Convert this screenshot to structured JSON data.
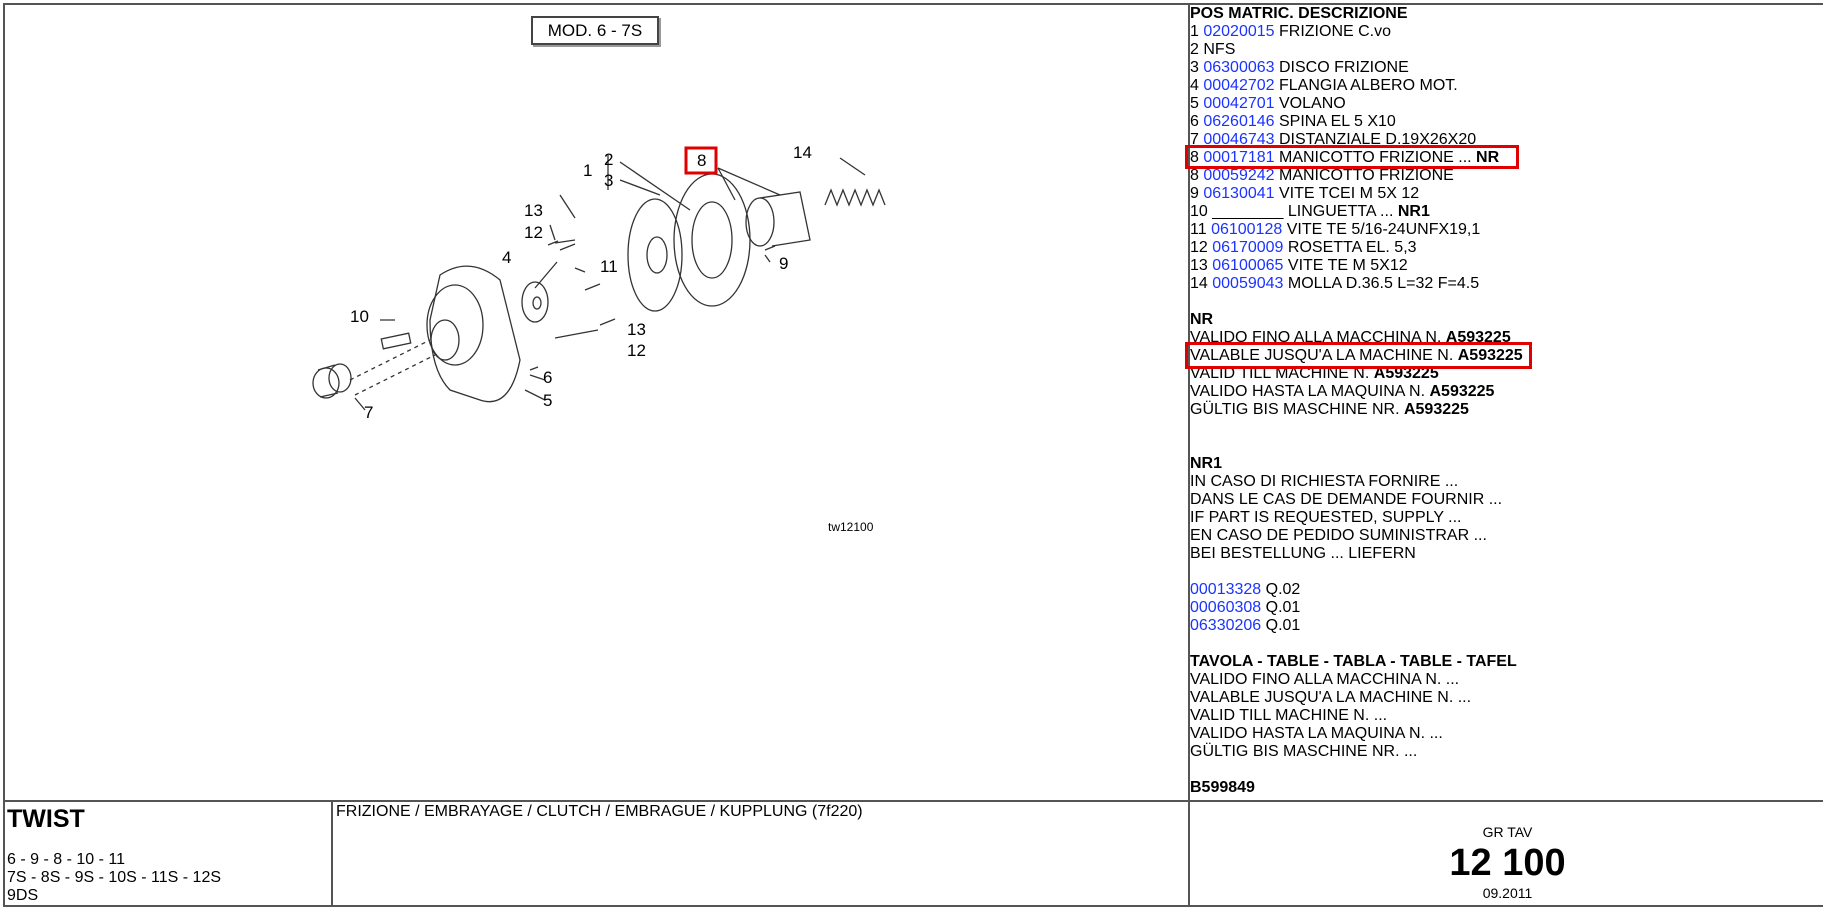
{
  "diagram": {
    "model_label": "MOD. 6 - 7S",
    "drawing_code": "tw12100",
    "callouts": [
      "1",
      "2",
      "3",
      "4",
      "5",
      "6",
      "7",
      "8",
      "9",
      "10",
      "11",
      "12",
      "13",
      "14",
      "13",
      "12"
    ]
  },
  "parts": {
    "header": "POS MATRIC. DESCRIZIONE",
    "rows": [
      {
        "pos": "1",
        "code": "02020015",
        "desc": "FRIZIONE C.vo",
        "note": ""
      },
      {
        "pos": "2",
        "code": "",
        "desc": "NFS",
        "note": ""
      },
      {
        "pos": "3",
        "code": "06300063",
        "desc": "DISCO FRIZIONE",
        "note": ""
      },
      {
        "pos": "4",
        "code": "00042702",
        "desc": "FLANGIA ALBERO MOT.",
        "note": ""
      },
      {
        "pos": "5",
        "code": "00042701",
        "desc": "VOLANO",
        "note": ""
      },
      {
        "pos": "6",
        "code": "06260146",
        "desc": "SPINA EL 5 X10",
        "note": ""
      },
      {
        "pos": "7",
        "code": "00046743",
        "desc": "DISTANZIALE D.19X26X20",
        "note": ""
      },
      {
        "pos": "8",
        "code": "00017181",
        "desc": "MANICOTTO FRIZIONE ...",
        "note": "NR"
      },
      {
        "pos": "8",
        "code": "00059242",
        "desc": "MANICOTTO FRIZIONE",
        "note": ""
      },
      {
        "pos": "9",
        "code": "06130041",
        "desc": "VITE TCEI M 5X 12",
        "note": ""
      },
      {
        "pos": "10",
        "code": "________",
        "desc": "LINGUETTA ...",
        "note": "NR1"
      },
      {
        "pos": "11",
        "code": "06100128",
        "desc": "VITE TE 5/16-24UNFX19,1",
        "note": ""
      },
      {
        "pos": "12",
        "code": "06170009",
        "desc": "ROSETTA EL. 5,3",
        "note": ""
      },
      {
        "pos": "13",
        "code": "06100065",
        "desc": "VITE TE M 5X12",
        "note": ""
      },
      {
        "pos": "14",
        "code": "00059043",
        "desc": "MOLLA D.36.5 L=32 F=4.5",
        "note": ""
      }
    ],
    "nr": {
      "title": "NR",
      "lines": [
        {
          "text": "VALIDO FINO ALLA MACCHINA N.",
          "value": "A593225"
        },
        {
          "text": "VALABLE JUSQU'A LA MACHINE N.",
          "value": "A593225"
        },
        {
          "text": "VALID TILL MACHINE N.",
          "value": "A593225"
        },
        {
          "text": "VALIDO HASTA LA MAQUINA N.",
          "value": "A593225"
        },
        {
          "text": "GÜLTIG BIS MASCHINE NR.",
          "value": "A593225"
        }
      ]
    },
    "nr1": {
      "title": "NR1",
      "lines": [
        "IN CASO DI RICHIESTA FORNIRE ...",
        "DANS LE CAS DE DEMANDE FOURNIR ...",
        "IF PART IS REQUESTED, SUPPLY ...",
        "EN CASO DE PEDIDO SUMINISTRAR ...",
        "BEI BESTELLUNG ... LIEFERN"
      ]
    },
    "supply": [
      {
        "code": "00013328",
        "qty": "Q.02"
      },
      {
        "code": "00060308",
        "qty": "Q.01"
      },
      {
        "code": "06330206",
        "qty": "Q.01"
      }
    ],
    "tavola": {
      "title": "TAVOLA - TABLE - TABLA - TABLE - TAFEL",
      "lines": [
        "VALIDO FINO ALLA MACCHINA N. ...",
        "VALABLE JUSQU'A LA MACHINE N. ...",
        "VALID TILL MACHINE N. ...",
        "VALIDO HASTA LA MAQUINA N. ...",
        "GÜLTIG BIS MASCHINE NR. ..."
      ]
    },
    "footer_code": "B599849"
  },
  "footer": {
    "model": "TWIST",
    "variants": [
      "6 - 9 - 8 - 10 - 11",
      "7S - 8S - 9S - 10S - 11S - 12S",
      "9DS"
    ],
    "description": "FRIZIONE / EMBRAYAGE / CLUTCH / EMBRAGUE / KUPPLUNG (7f220)",
    "gr_tav_label": "GR TAV",
    "gr_tav_number": "12 100",
    "date": "09.2011"
  }
}
